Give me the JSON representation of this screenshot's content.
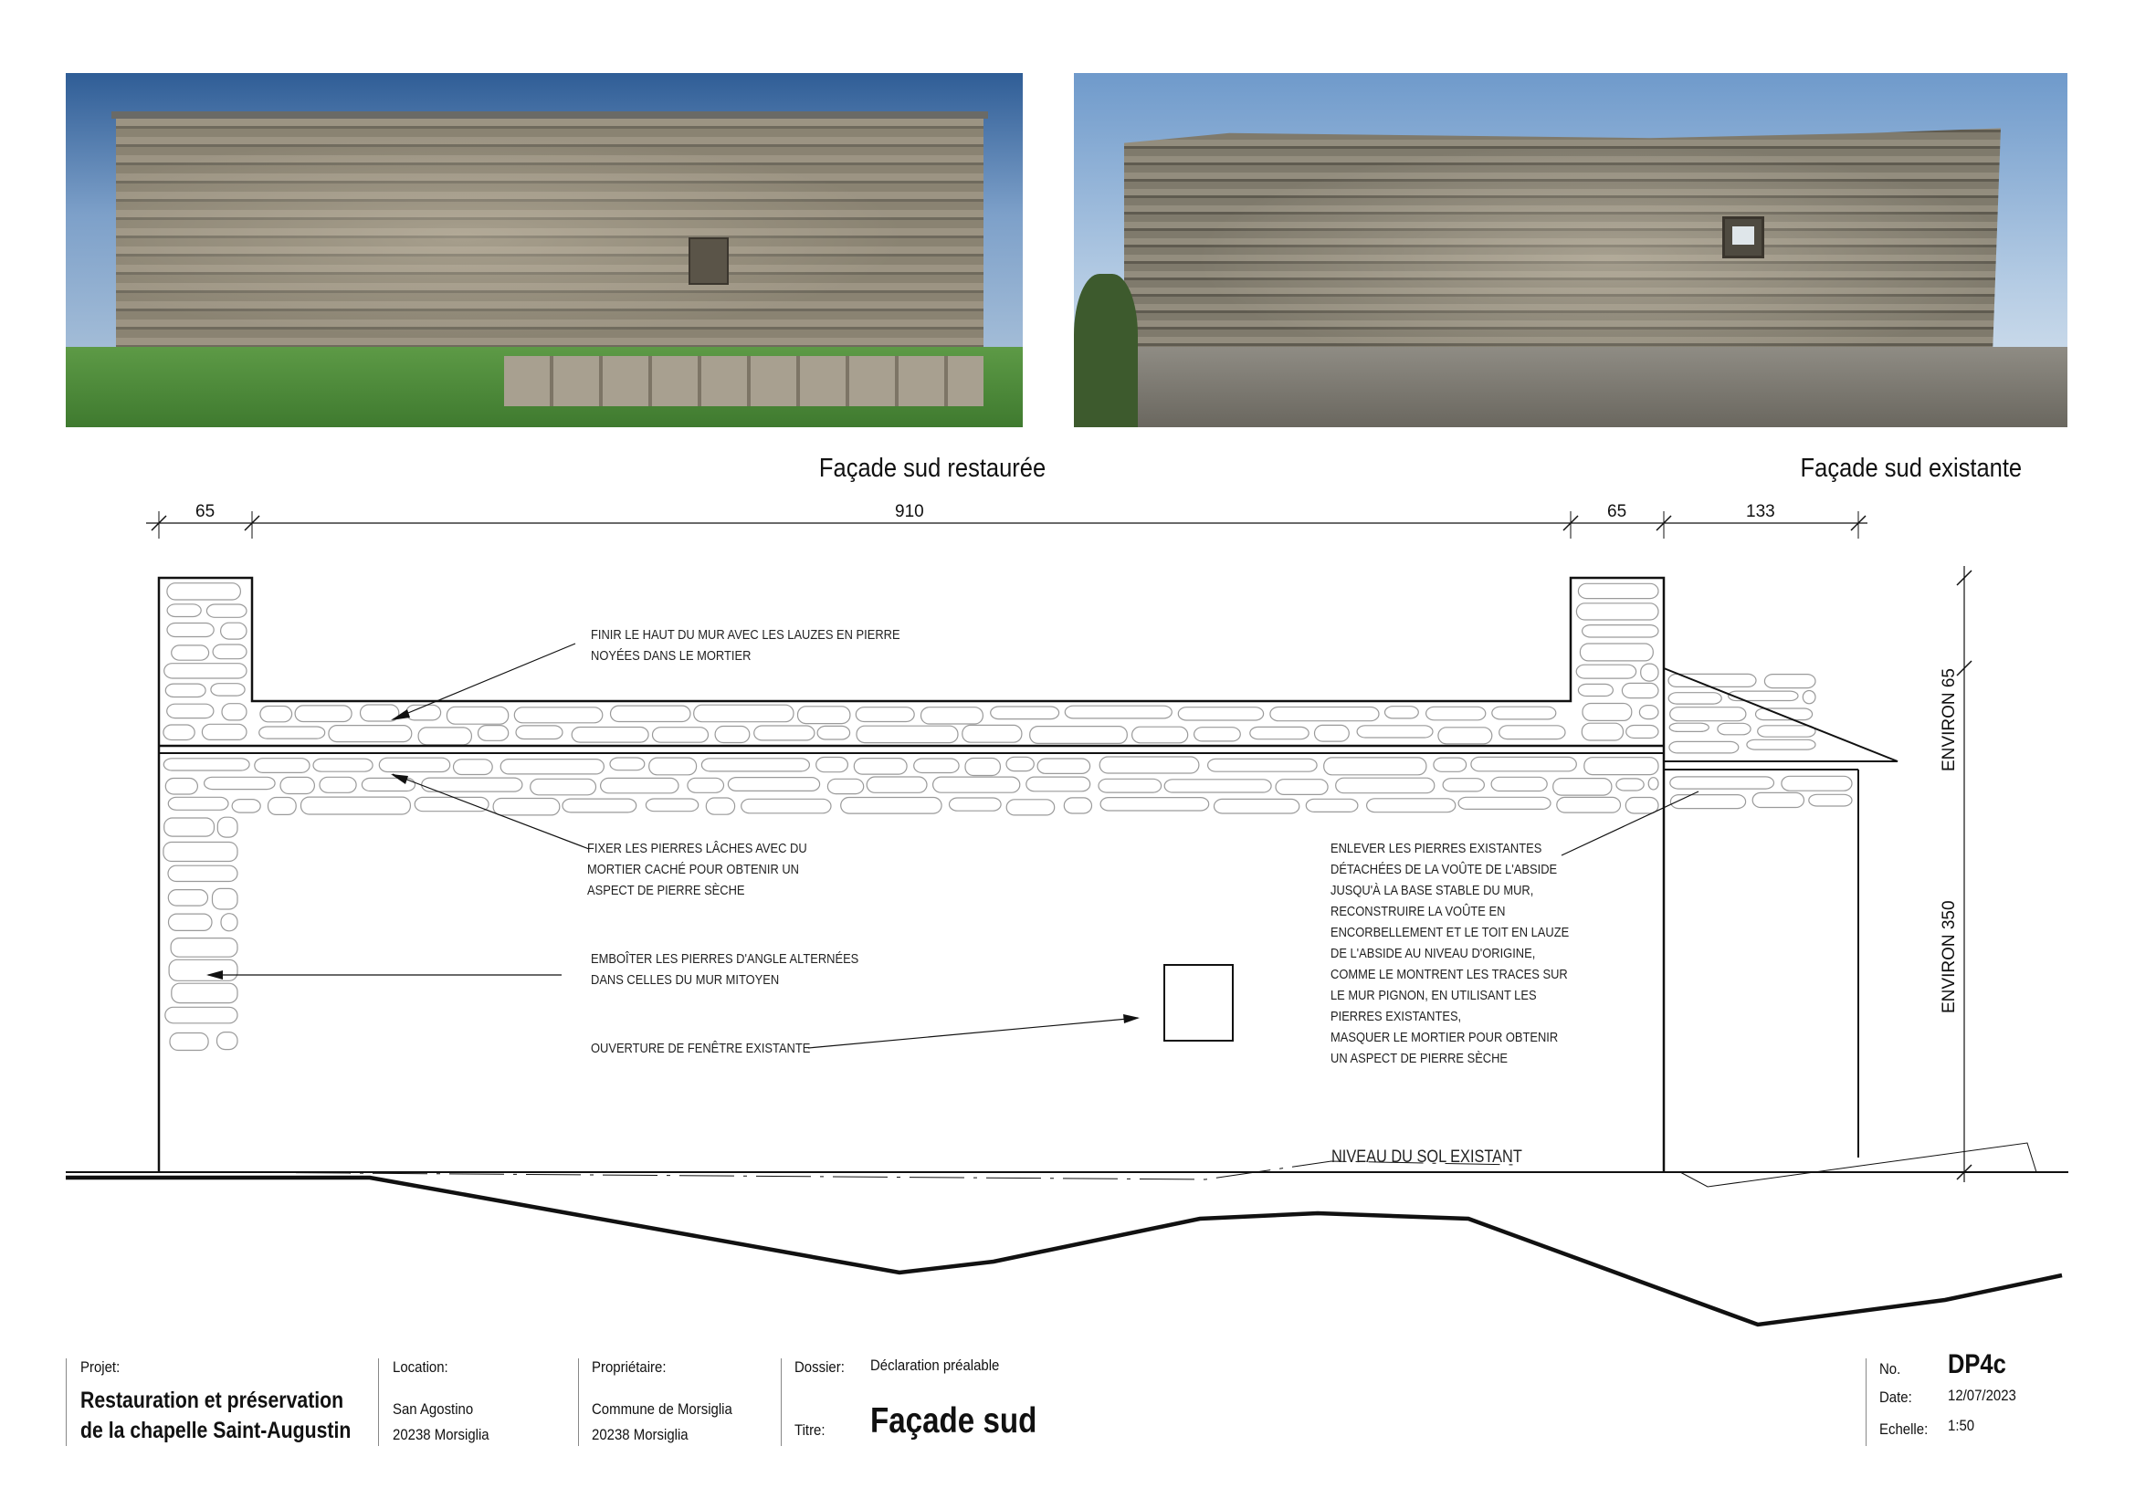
{
  "photos": {
    "restored": {
      "caption": "Façade sud restaurée"
    },
    "existing": {
      "caption": "Façade sud existante"
    }
  },
  "dimensions": {
    "horizontal": [
      "65",
      "910",
      "65",
      "133"
    ],
    "vertical": [
      "ENVIRON 65",
      "ENVIRON 350"
    ]
  },
  "annotations": {
    "top": "FINIR LE HAUT DU MUR AVEC LES LAUZES EN PIERRE\nNOYÉES DANS LE MORTIER",
    "loose": "FIXER LES PIERRES LÂCHES AVEC DU\nMORTIER CACHÉ POUR OBTENIR UN\nASPECT DE PIERRE SÈCHE",
    "corner": "EMBOÎTER LES PIERRES D'ANGLE ALTERNÉES\nDANS CELLES DU MUR MITOYEN",
    "window": "OUVERTURE DE FENÊTRE EXISTANTE",
    "apse": "ENLEVER LES PIERRES EXISTANTES\nDÉTACHÉES DE LA VOÛTE DE L'ABSIDE\nJUSQU'À LA BASE STABLE DU MUR,\nRECONSTRUIRE LA VOÛTE EN\nENCORBELLEMENT ET LE TOIT EN LAUZE\nDE L'ABSIDE AU NIVEAU D'ORIGINE,\nCOMME LE MONTRENT LES TRACES SUR\nLE MUR PIGNON, EN UTILISANT LES\nPIERRES EXISTANTES,\nMASQUER LE MORTIER POUR OBTENIR\nUN ASPECT DE PIERRE SÈCHE",
    "ground": "NIVEAU DU SOL EXISTANT"
  },
  "title_block": {
    "project_label": "Projet:",
    "project_value": "Restauration et préservation\nde la chapelle Saint-Augustin",
    "location_label": "Location:",
    "location_value": "San Agostino\n20238 Morsiglia",
    "owner_label": "Propriétaire:",
    "owner_value": "Commune de Morsiglia\n20238 Morsiglia",
    "dossier_label": "Dossier:",
    "dossier_value": "Déclaration préalable",
    "title_label": "Titre:",
    "title_value": "Façade sud",
    "no_label": "No.",
    "no_value": "DP4c",
    "date_label": "Date:",
    "date_value": "12/07/2023",
    "scale_label": "Echelle:",
    "scale_value": "1:50"
  },
  "colors": {
    "sky": "#4a78b0",
    "stone": "#8a8272",
    "grass": "#4e8a3a",
    "line": "#111111"
  }
}
